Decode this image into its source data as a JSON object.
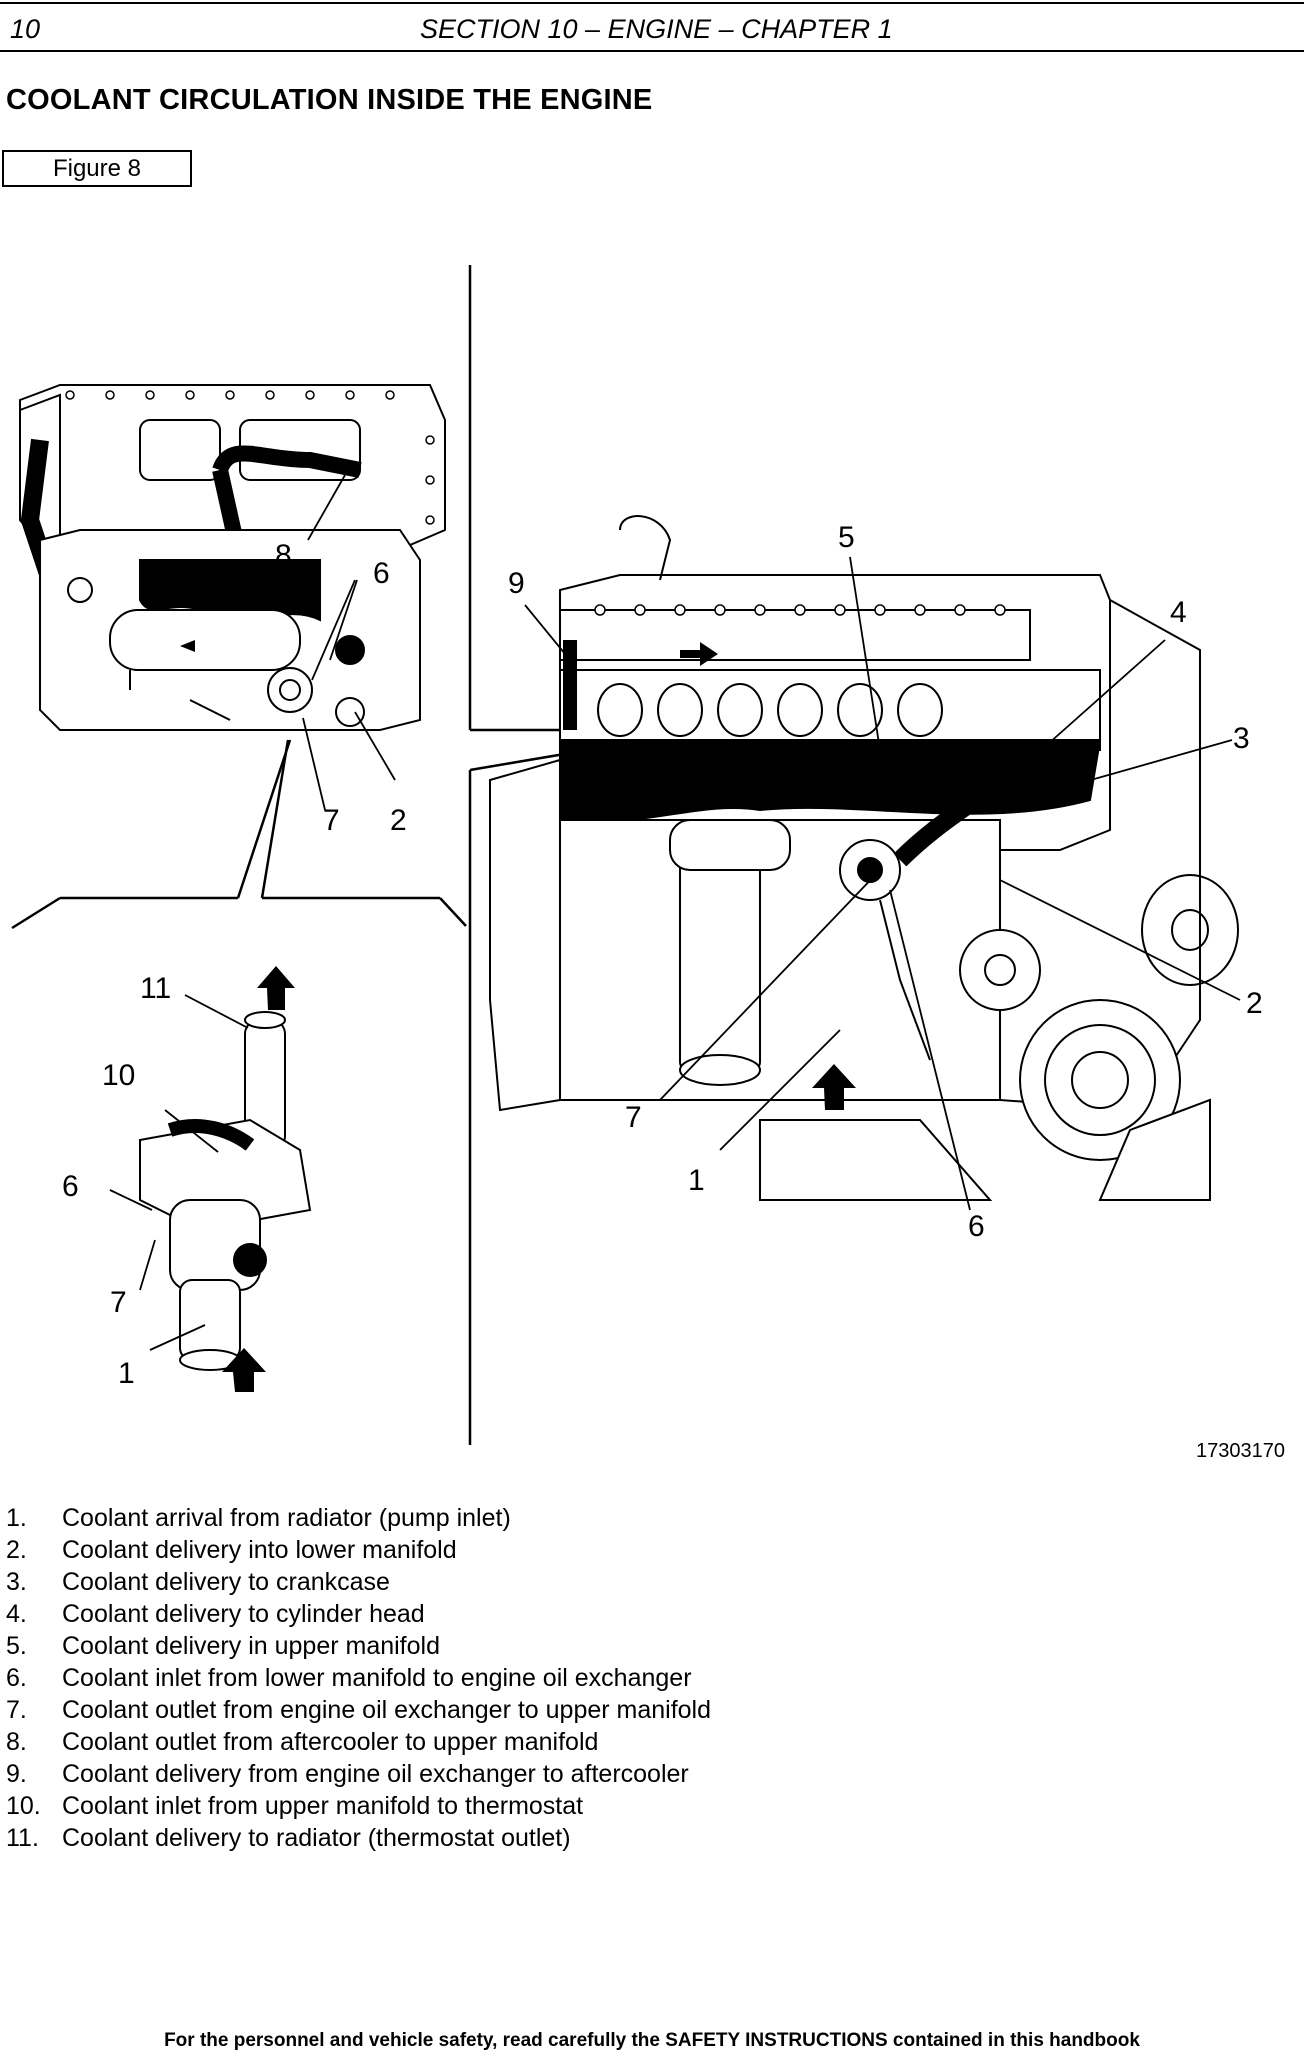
{
  "header": {
    "page_number": "10",
    "section": "SECTION 10 – ENGINE – CHAPTER 1"
  },
  "title": "COOLANT CIRCULATION INSIDE THE ENGINE",
  "figure_label": "Figure 8",
  "figure": {
    "code": "17303170",
    "callouts": {
      "c1": "1",
      "c2": "2",
      "c3": "3",
      "c4": "4",
      "c5": "5",
      "c6": "6",
      "c7": "7",
      "c8": "8",
      "c9": "9",
      "c10": "10",
      "c11": "11"
    }
  },
  "legend": [
    {
      "num": "1.",
      "text": "Coolant arrival from radiator (pump inlet)"
    },
    {
      "num": "2.",
      "text": "Coolant delivery into lower manifold"
    },
    {
      "num": "3.",
      "text": "Coolant delivery to crankcase"
    },
    {
      "num": "4.",
      "text": "Coolant delivery to cylinder head"
    },
    {
      "num": "5.",
      "text": "Coolant delivery in upper manifold"
    },
    {
      "num": "6.",
      "text": "Coolant inlet from lower manifold to engine oil exchanger"
    },
    {
      "num": "7.",
      "text": "Coolant outlet from engine oil exchanger to upper manifold"
    },
    {
      "num": "8.",
      "text": "Coolant outlet from aftercooler to upper manifold"
    },
    {
      "num": "9.",
      "text": "Coolant delivery from engine oil exchanger to aftercooler"
    },
    {
      "num": "10.",
      "text": "Coolant inlet from upper manifold to thermostat"
    },
    {
      "num": "11.",
      "text": "Coolant delivery to radiator (thermostat outlet)"
    }
  ],
  "footer": "For the personnel and vehicle safety, read carefully the SAFETY INSTRUCTIONS contained in this handbook"
}
